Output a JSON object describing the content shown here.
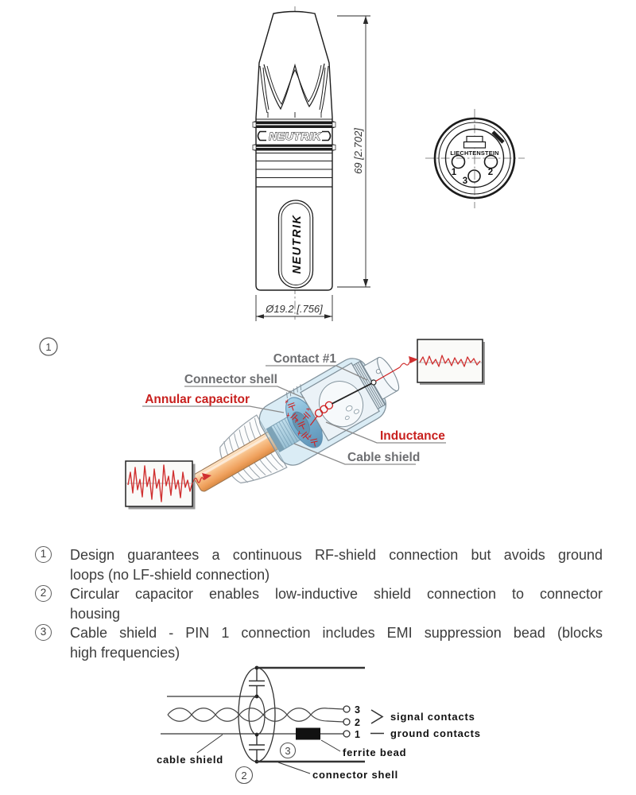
{
  "side_view": {
    "brand_band": "NEUTRIK",
    "brand_vertical": "NEUTRIK",
    "height_dim": "69 [2.702]",
    "diameter_dim": "Ø19.2 [.756]"
  },
  "front_view": {
    "brand": "LIECHTENSTEIN",
    "pin1": "1",
    "pin2": "2",
    "pin3": "3"
  },
  "cutaway": {
    "marker": "1",
    "labels": {
      "contact": "Contact #1",
      "connector_shell": "Connector shell",
      "annular_capacitor": "Annular capacitor",
      "inductance": "Inductance",
      "cable_shield": "Cable shield"
    },
    "colors": {
      "label_gray": "#6d6e71",
      "label_red": "#c8201e",
      "waveform_red": "#d03030",
      "cable_orange": "#f2a569",
      "shell_blue": "#a8d2e8"
    }
  },
  "notes": [
    {
      "num": "1",
      "lines": [
        "Design guarantees a continuous RF-shield connection but avoids ground",
        "loops (no LF-shield connection)"
      ]
    },
    {
      "num": "2",
      "lines": [
        "Circular capacitor enables low-inductive shield connection to connector",
        "housing"
      ]
    },
    {
      "num": "3",
      "lines": [
        "Cable shield - PIN 1 connection includes EMI suppression bead (blocks",
        "high frequencies)"
      ]
    }
  ],
  "schematic": {
    "pin3": "3",
    "pin2": "2",
    "pin1": "1",
    "signal_contacts": "signal contacts",
    "ground_contacts": "ground contacts",
    "ferrite_bead": "ferrite bead",
    "cable_shield": "cable shield",
    "connector_shell": "connector shell",
    "marker2": "2",
    "marker3": "3"
  }
}
